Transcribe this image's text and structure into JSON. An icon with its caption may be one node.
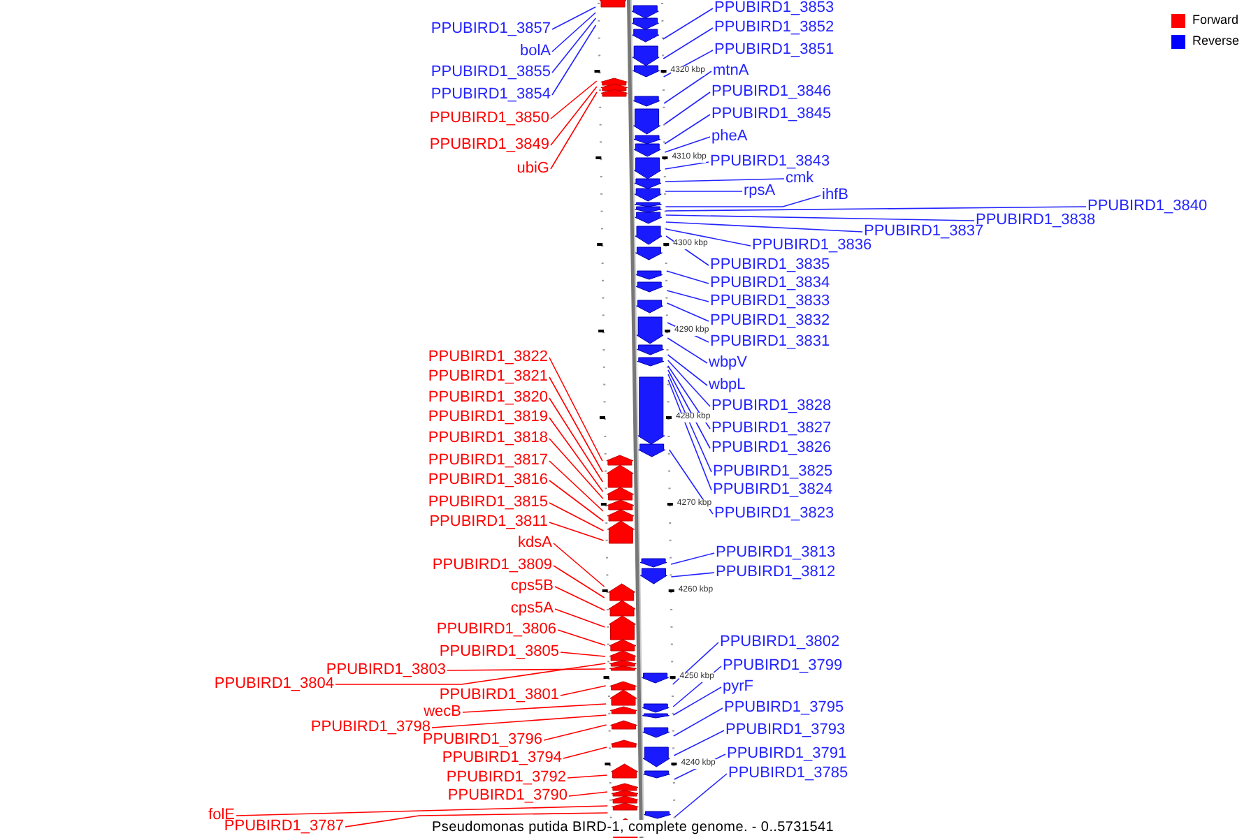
{
  "diagram": {
    "caption": "Pseudomonas putida BIRD-1, complete genome. - 0..5731541",
    "nodes": [
      {
        "text": [
          "PPUBIRD1_3857"
        ]
      },
      {
        "text": [
          "bolA"
        ]
      },
      {
        "text": [
          "PPUBIRD1_3855"
        ]
      },
      {
        "text": [
          "PPUBIRD1_3854"
        ]
      },
      {
        "text": [
          "PPUBIRD1_3850"
        ]
      },
      {
        "text": [
          "PPUBIRD1_3849"
        ]
      },
      {
        "text": [
          "ubiG"
        ]
      },
      {
        "text": [
          "PPUBIRD1_3822"
        ]
      },
      {
        "text": [
          "PPUBIRD1_3821"
        ]
      },
      {
        "text": [
          "PPUBIRD1_3820"
        ]
      },
      {
        "text": [
          "PPUBIRD1_3819"
        ]
      },
      {
        "text": [
          "PPUBIRD1_3818"
        ]
      },
      {
        "text": [
          "PPUBIRD1_3817"
        ]
      },
      {
        "text": [
          "PPUBIRD1_3816"
        ]
      },
      {
        "text": [
          "PPUBIRD1_3815"
        ]
      },
      {
        "text": [
          "PPUBIRD1_3811"
        ]
      },
      {
        "text": [
          "kdsA"
        ]
      },
      {
        "text": [
          "PPUBIRD1_3809"
        ]
      },
      {
        "text": [
          "cps5B"
        ]
      },
      {
        "text": [
          "cps5A"
        ]
      },
      {
        "text": [
          "PPUBIRD1_3806"
        ]
      },
      {
        "text": [
          "PPUBIRD1_3805"
        ]
      },
      {
        "text": [
          "PPUBIRD1_3804"
        ]
      },
      {
        "text": [
          "PPUBIRD1_3803"
        ]
      },
      {
        "text": [
          "PPUBIRD1_3801"
        ]
      },
      {
        "text": [
          "wecB"
        ]
      },
      {
        "text": [
          "PPUBIRD1_3798"
        ]
      },
      {
        "text": [
          "PPUBIRD1_3796"
        ]
      },
      {
        "text": [
          "PPUBIRD1_3794"
        ]
      },
      {
        "text": [
          "PPUBIRD1_3792"
        ]
      },
      {
        "text": [
          "PPUBIRD1_3790"
        ]
      },
      {
        "text": [
          "folE"
        ]
      },
      {
        "text": [
          "PPUBIRD1_3787"
        ]
      },
      {
        "text": [
          "PPUBIRD1_3853"
        ]
      },
      {
        "text": [
          "PPUBIRD1_3852"
        ]
      },
      {
        "text": [
          "PPUBIRD1_3851"
        ]
      },
      {
        "text": [
          "mtnA"
        ]
      },
      {
        "text": [
          "PPUBIRD1_3846"
        ]
      },
      {
        "text": [
          "PPUBIRD1_3845"
        ]
      },
      {
        "text": [
          "pheA"
        ]
      },
      {
        "text": [
          "PPUBIRD1_3843"
        ]
      },
      {
        "text": [
          "cmk"
        ]
      },
      {
        "text": [
          "rpsA"
        ]
      },
      {
        "text": [
          "ihfB"
        ]
      },
      {
        "text": [
          "PPUBIRD1_3837"
        ]
      },
      {
        "text": [
          "PPUBIRD1_3838"
        ]
      },
      {
        "text": [
          "PPUBIRD1_3840"
        ]
      },
      {
        "text": [
          "PPUBIRD1_3836"
        ]
      },
      {
        "text": [
          "PPUBIRD1_3835"
        ]
      },
      {
        "text": [
          "PPUBIRD1_3834"
        ]
      },
      {
        "text": [
          "PPUBIRD1_3833"
        ]
      },
      {
        "text": [
          "PPUBIRD1_3832"
        ]
      },
      {
        "text": [
          "PPUBIRD1_3831"
        ]
      },
      {
        "text": [
          "wbpV"
        ]
      },
      {
        "text": [
          "wbpL"
        ]
      },
      {
        "text": [
          "PPUBIRD1_3828"
        ]
      },
      {
        "text": [
          "PPUBIRD1_3827"
        ]
      },
      {
        "text": [
          "PPUBIRD1_3826"
        ]
      },
      {
        "text": [
          "PPUBIRD1_3825"
        ]
      },
      {
        "text": [
          "PPUBIRD1_3824"
        ]
      },
      {
        "text": [
          "PPUBIRD1_3823"
        ]
      },
      {
        "text": [
          "PPUBIRD1_3813"
        ]
      },
      {
        "text": [
          "PPUBIRD1_3812"
        ]
      },
      {
        "text": [
          "PPUBIRD1_3802"
        ]
      },
      {
        "text": [
          "PPUBIRD1_3799"
        ]
      },
      {
        "text": [
          "pyrF"
        ]
      },
      {
        "text": [
          "PPUBIRD1_3795"
        ]
      },
      {
        "text": [
          "PPUBIRD1_3793"
        ]
      },
      {
        "text": [
          "PPUBIRD1_3791"
        ]
      },
      {
        "text": [
          "PPUBIRD1_3785"
        ]
      },
      {
        "text": [],
        "shape": "picture",
        "beside": [
          "4320 kbp",
          "4310 kbp",
          "4300 kbp",
          "4290 kbp",
          "4280 kbp",
          "4270 kbp",
          "4260 kbp",
          "4250 kbp",
          "4240 kbp"
        ]
      }
    ],
    "edges": [
      {
        "from": 0,
        "to": 70,
        "arrow": "none"
      },
      {
        "from": 1,
        "to": 70,
        "arrow": "none"
      },
      {
        "from": 2,
        "to": 70,
        "arrow": "none"
      },
      {
        "from": 3,
        "to": 70,
        "arrow": "none"
      },
      {
        "from": 4,
        "to": 70,
        "arrow": "none",
        "color": "#ff0000"
      },
      {
        "from": 5,
        "to": 70,
        "arrow": "none",
        "color": "#ff0000"
      },
      {
        "from": 6,
        "to": 70,
        "arrow": "none",
        "color": "#ff0000"
      },
      {
        "from": 7,
        "to": 70,
        "arrow": "none",
        "color": "#ff0000"
      },
      {
        "from": 8,
        "to": 70,
        "arrow": "none",
        "color": "#ff0000"
      },
      {
        "from": 9,
        "to": 70,
        "arrow": "none",
        "color": "#ff0000"
      },
      {
        "from": 10,
        "to": 70,
        "arrow": "none",
        "color": "#ff0000"
      },
      {
        "from": 11,
        "to": 70,
        "arrow": "none",
        "color": "#ff0000"
      },
      {
        "from": 12,
        "to": 70,
        "arrow": "none",
        "color": "#ff0000"
      },
      {
        "from": 13,
        "to": 70,
        "arrow": "none",
        "color": "#ff0000"
      },
      {
        "from": 14,
        "to": 70,
        "arrow": "none",
        "color": "#ff0000"
      },
      {
        "from": 15,
        "to": 70,
        "arrow": "none",
        "color": "#ff0000"
      },
      {
        "from": 16,
        "to": 70,
        "arrow": "none",
        "color": "#ff0000"
      },
      {
        "from": 17,
        "to": 70,
        "arrow": "none",
        "color": "#ff0000"
      },
      {
        "from": 18,
        "to": 70,
        "arrow": "none",
        "color": "#ff0000"
      },
      {
        "from": 19,
        "to": 70,
        "arrow": "none",
        "color": "#ff0000"
      },
      {
        "from": 20,
        "to": 70,
        "arrow": "none",
        "color": "#ff0000"
      },
      {
        "from": 21,
        "to": 70,
        "arrow": "none",
        "color": "#ff0000"
      },
      {
        "from": 22,
        "to": 70,
        "arrow": "none",
        "color": "#ff0000"
      },
      {
        "from": 23,
        "to": 70,
        "arrow": "none",
        "color": "#ff0000"
      },
      {
        "from": 24,
        "to": 70,
        "arrow": "none",
        "color": "#ff0000"
      },
      {
        "from": 25,
        "to": 70,
        "arrow": "none",
        "color": "#ff0000"
      },
      {
        "from": 26,
        "to": 70,
        "arrow": "none",
        "color": "#ff0000"
      },
      {
        "from": 27,
        "to": 70,
        "arrow": "none",
        "color": "#ff0000"
      },
      {
        "from": 28,
        "to": 70,
        "arrow": "none",
        "color": "#ff0000"
      },
      {
        "from": 29,
        "to": 70,
        "arrow": "none",
        "color": "#ff0000"
      },
      {
        "from": 30,
        "to": 70,
        "arrow": "none",
        "color": "#ff0000"
      },
      {
        "from": 31,
        "to": 70,
        "arrow": "none",
        "color": "#ff0000"
      },
      {
        "from": 32,
        "to": 70,
        "arrow": "none",
        "color": "#ff0000"
      },
      {
        "from": 33,
        "to": 70,
        "arrow": "none"
      },
      {
        "from": 34,
        "to": 70,
        "arrow": "none"
      },
      {
        "from": 35,
        "to": 70,
        "arrow": "none"
      },
      {
        "from": 36,
        "to": 70,
        "arrow": "none"
      },
      {
        "from": 37,
        "to": 70,
        "arrow": "none"
      },
      {
        "from": 38,
        "to": 70,
        "arrow": "none"
      },
      {
        "from": 39,
        "to": 70,
        "arrow": "none"
      },
      {
        "from": 40,
        "to": 70,
        "arrow": "none"
      },
      {
        "from": 41,
        "to": 70,
        "arrow": "none"
      },
      {
        "from": 42,
        "to": 70,
        "arrow": "none"
      },
      {
        "from": 43,
        "to": 70,
        "arrow": "none"
      },
      {
        "from": 44,
        "to": 70,
        "arrow": "none"
      },
      {
        "from": 45,
        "to": 70,
        "arrow": "none"
      },
      {
        "from": 46,
        "to": 70,
        "arrow": "none"
      },
      {
        "from": 47,
        "to": 70,
        "arrow": "none"
      },
      {
        "from": 48,
        "to": 70,
        "arrow": "none"
      },
      {
        "from": 49,
        "to": 70,
        "arrow": "none"
      },
      {
        "from": 50,
        "to": 70,
        "arrow": "none"
      },
      {
        "from": 51,
        "to": 70,
        "arrow": "none"
      },
      {
        "from": 52,
        "to": 70,
        "arrow": "none"
      },
      {
        "from": 53,
        "to": 70,
        "arrow": "none"
      },
      {
        "from": 54,
        "to": 70,
        "arrow": "none"
      },
      {
        "from": 55,
        "to": 70,
        "arrow": "none"
      },
      {
        "from": 56,
        "to": 70,
        "arrow": "none"
      },
      {
        "from": 57,
        "to": 70,
        "arrow": "none"
      },
      {
        "from": 58,
        "to": 70,
        "arrow": "none"
      },
      {
        "from": 59,
        "to": 70,
        "arrow": "none"
      },
      {
        "from": 60,
        "to": 70,
        "arrow": "none"
      },
      {
        "from": 61,
        "to": 70,
        "arrow": "none"
      },
      {
        "from": 62,
        "to": 70,
        "arrow": "none"
      },
      {
        "from": 63,
        "to": 70,
        "arrow": "none"
      },
      {
        "from": 64,
        "to": 70,
        "arrow": "none"
      },
      {
        "from": 65,
        "to": 70,
        "arrow": "none"
      },
      {
        "from": 66,
        "to": 70,
        "arrow": "none"
      },
      {
        "from": 67,
        "to": 70,
        "arrow": "none"
      },
      {
        "from": 68,
        "to": 70,
        "arrow": "none"
      },
      {
        "from": 69,
        "to": 70,
        "arrow": "none"
      }
    ],
    "legend": [
      {
        "text": "Forward",
        "color": "#ff0000"
      },
      {
        "text": "Reverse",
        "color": "#0000ff"
      }
    ]
  }
}
